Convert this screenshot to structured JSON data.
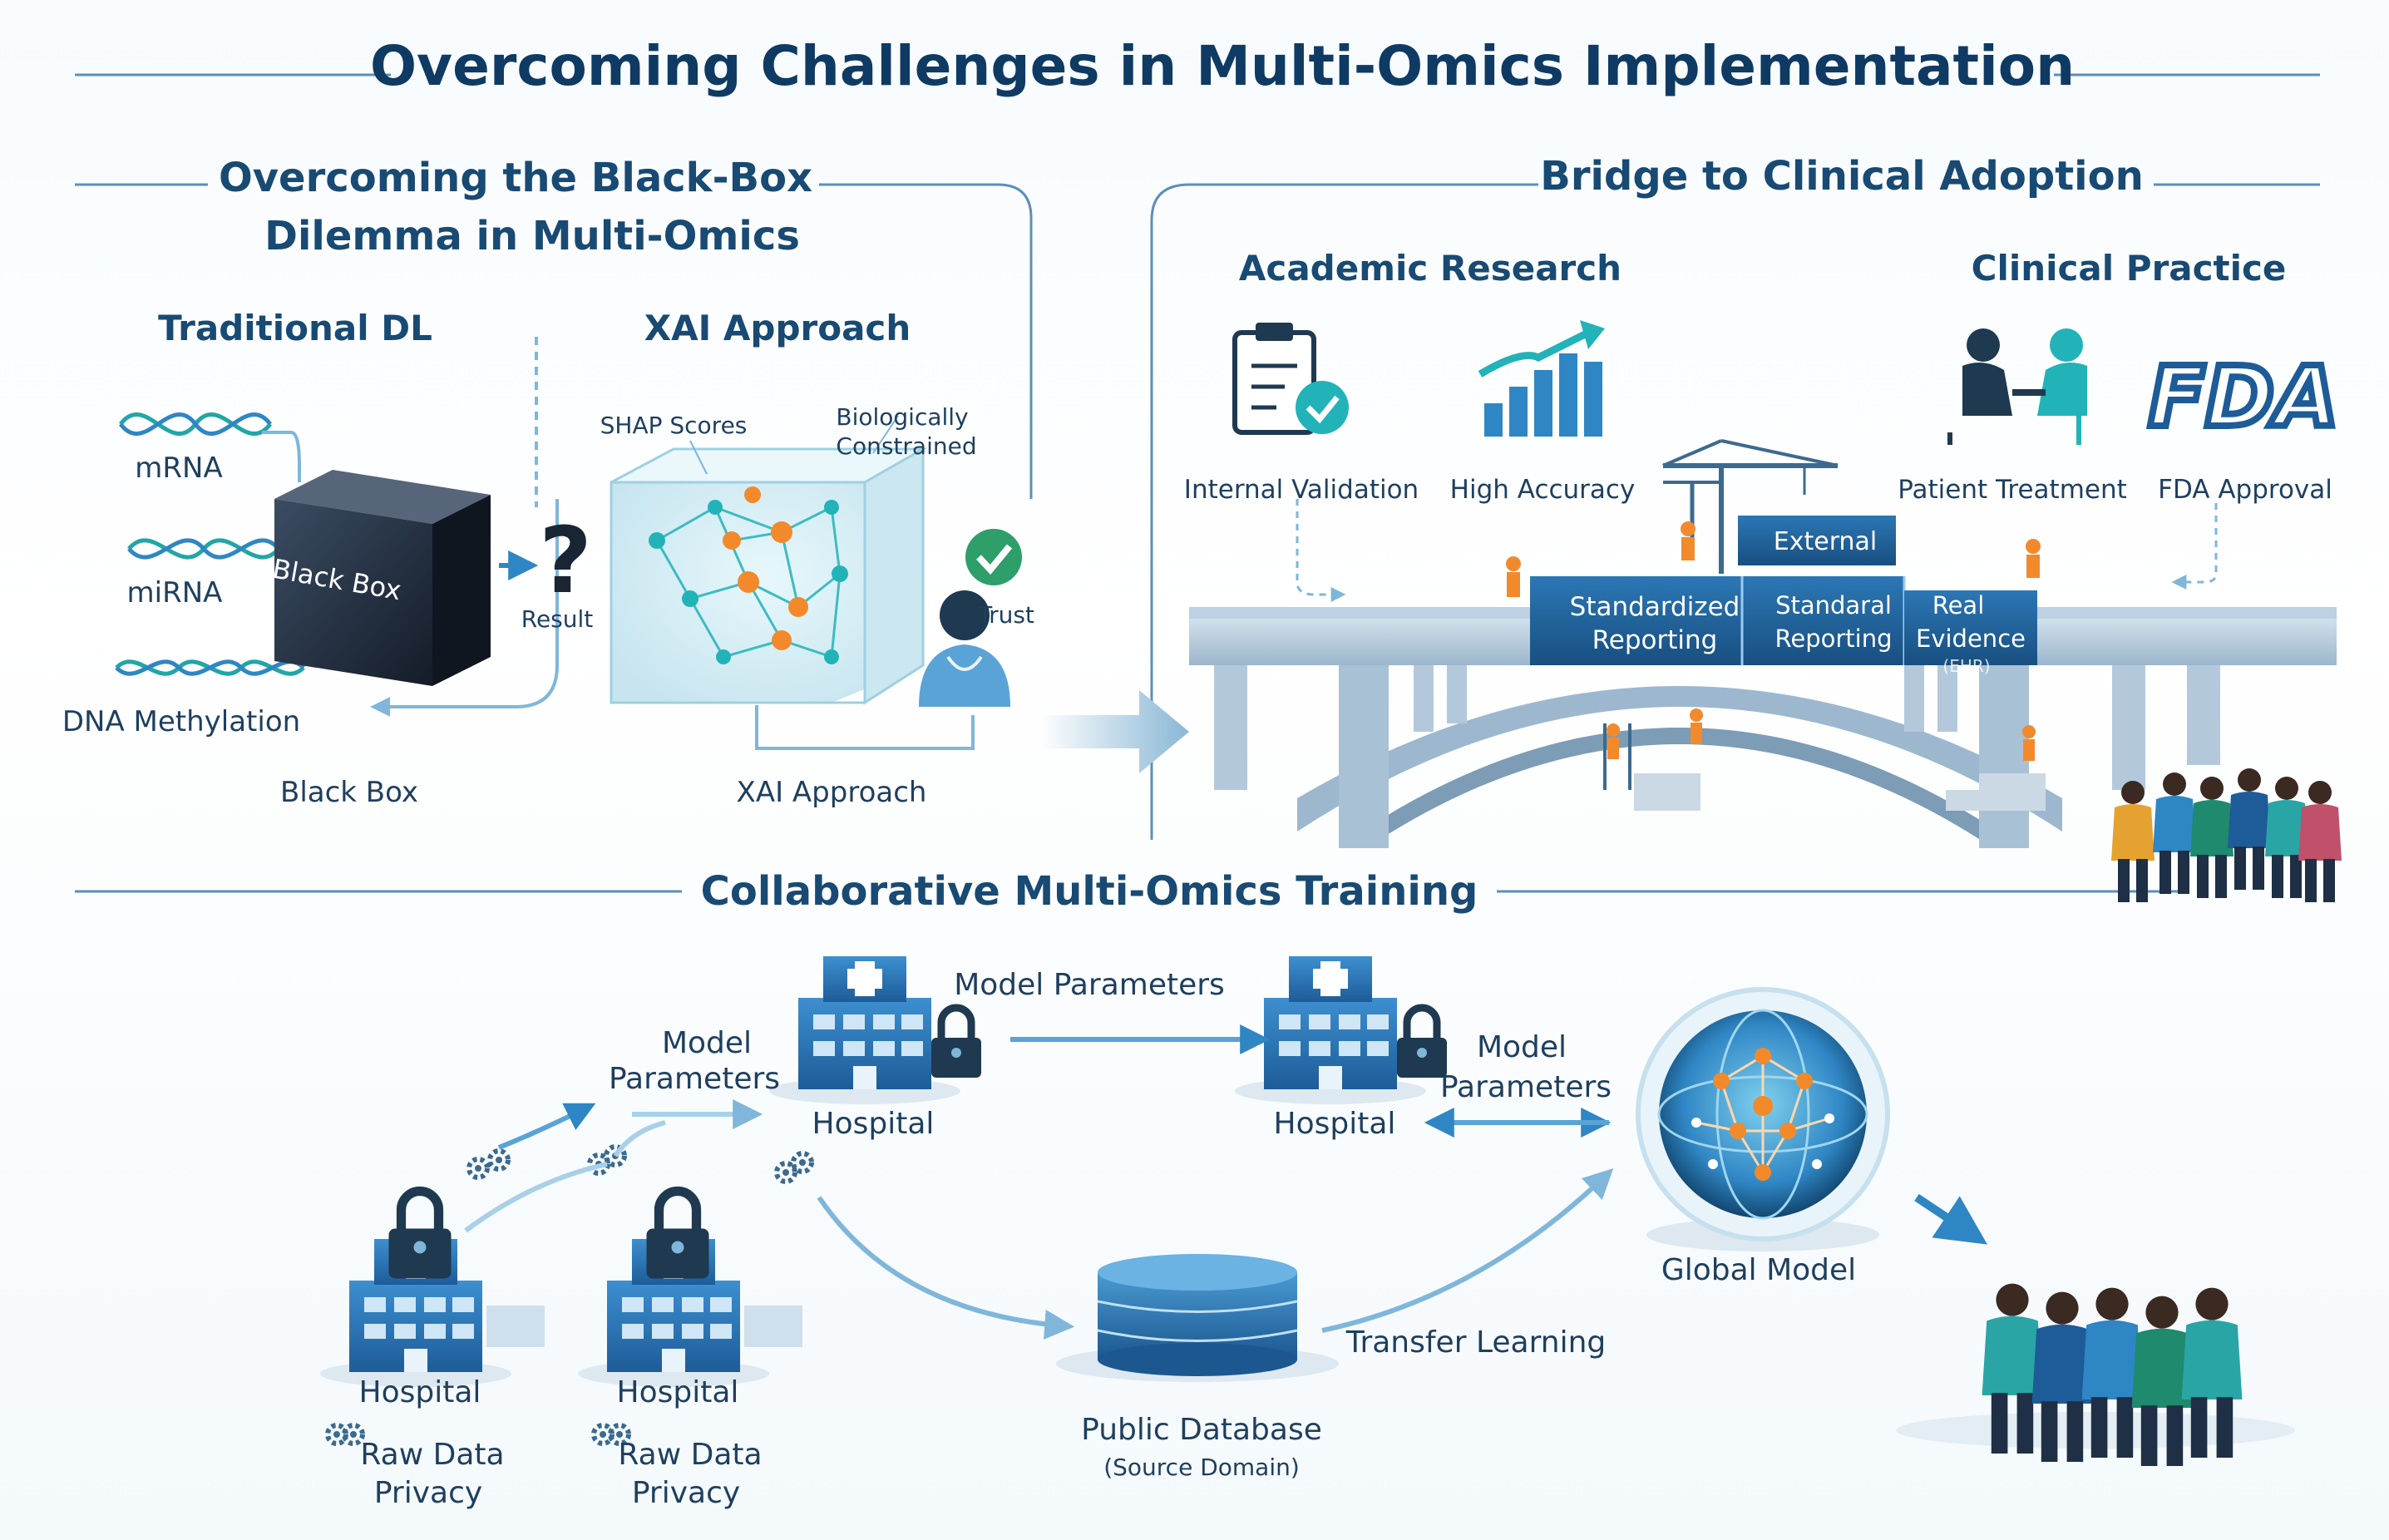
{
  "title": "Overcoming Challenges in Multi-Omics Implementation",
  "blackbox_section": {
    "heading_line1": "Overcoming the Black-Box",
    "heading_line2": "Dilemma in Multi-Omics",
    "traditional": {
      "heading": "Traditional DL",
      "inputs": [
        "mRNA",
        "miRNA",
        "DNA Methylation"
      ],
      "box_label": "Black Box",
      "result_label": "Result",
      "caption": "Black Box"
    },
    "xai": {
      "heading": "XAI Approach",
      "shap_label": "SHAP Scores",
      "constraint_label_line1": "Biologically",
      "constraint_label_line2": "Constrained",
      "trust_label": "Trust",
      "caption": "XAI Approach"
    }
  },
  "bridge_section": {
    "heading": "Bridge to Clinical Adoption",
    "academic": {
      "heading": "Academic Research",
      "items": [
        "Internal Validation",
        "High Accuracy"
      ]
    },
    "clinical": {
      "heading": "Clinical Practice",
      "items": [
        "Patient Treatment",
        "FDA Approval"
      ],
      "fda_logo_text": "FDA"
    },
    "bridge_labels": {
      "external": "External",
      "standardized_line1": "Standardized",
      "standardized_line2": "Reporting",
      "standaral_line1": "Standaral",
      "standaral_line2": "Reporting",
      "real_line1": "Real",
      "real_line2": "Evidence",
      "ehr": "(EHR)"
    }
  },
  "training_section": {
    "heading": "Collaborative Multi-Omics Training",
    "hospital_label": "Hospital",
    "raw_data_line1": "Raw Data",
    "raw_data_line2": "Privacy",
    "model_parameters": "Model Parameters",
    "model_line1": "Model",
    "parameters_line2": "Parameters",
    "global_model": "Global Model",
    "transfer_learning": "Transfer Learning",
    "public_database": "Public Database",
    "source_domain": "(Source Domain)"
  },
  "colors": {
    "title": "#0f3a63",
    "accent_blue": "#2f86c4",
    "teal": "#22b3b8",
    "orange_node": "#f28a2c",
    "dark_box": "#1f2a3a",
    "check_green": "#2e9e6a"
  },
  "icons": [
    "dna-icon",
    "black-box-cube",
    "question-mark-icon",
    "neural-network-cube",
    "doctor-icon",
    "check-icon",
    "clipboard-check-icon",
    "bar-chart-icon",
    "consultation-icon",
    "fda-logo",
    "bridge-illustration",
    "crowd-icon",
    "hospital-icon",
    "lock-icon",
    "database-icon",
    "globe-network-icon",
    "gear-icon"
  ]
}
